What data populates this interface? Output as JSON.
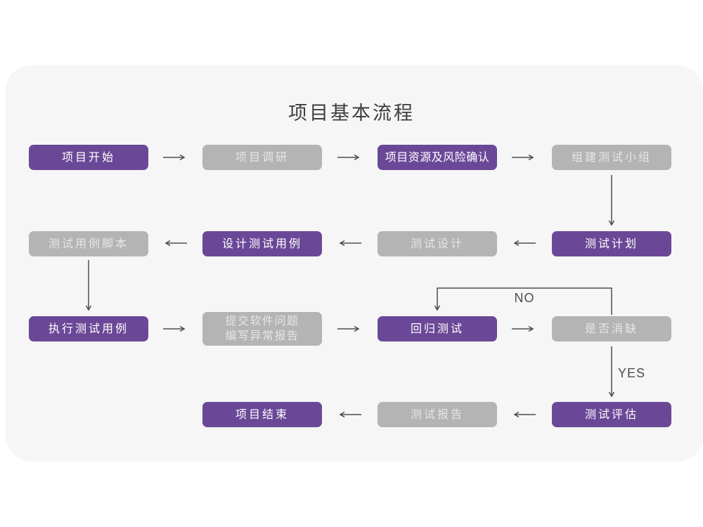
{
  "title": "项目基本流程",
  "colors": {
    "page_bg": "#ffffff",
    "card_bg": "#f6f6f6",
    "purple_node": "#6b4897",
    "gray_node": "#b4b4b4",
    "node_text": "#ffffff",
    "gray_node_text": "#e7e5e8",
    "arrow": "#4d4d4d",
    "title_text": "#3d3d3d"
  },
  "edge_labels": {
    "no": "NO",
    "yes": "YES"
  },
  "nodes": [
    {
      "label": "项目开始",
      "style": "purple"
    },
    {
      "label": "项目调研",
      "style": "gray"
    },
    {
      "label": "项目资源及风险确认",
      "style": "purple"
    },
    {
      "label": "组建测试小组",
      "style": "gray"
    },
    {
      "label": "测试计划",
      "style": "purple"
    },
    {
      "label": "测试设计",
      "style": "gray"
    },
    {
      "label": "设计测试用例",
      "style": "purple"
    },
    {
      "label": "测试用例脚本",
      "style": "gray"
    },
    {
      "label": "执行测试用例",
      "style": "purple"
    },
    {
      "label": "提交软件问题\n编写异常报告",
      "style": "gray"
    },
    {
      "label": "回归测试",
      "style": "purple"
    },
    {
      "label": "是否消缺",
      "style": "gray"
    },
    {
      "label": "测试评估",
      "style": "purple"
    },
    {
      "label": "测试报告",
      "style": "gray"
    },
    {
      "label": "项目结束",
      "style": "purple"
    }
  ]
}
